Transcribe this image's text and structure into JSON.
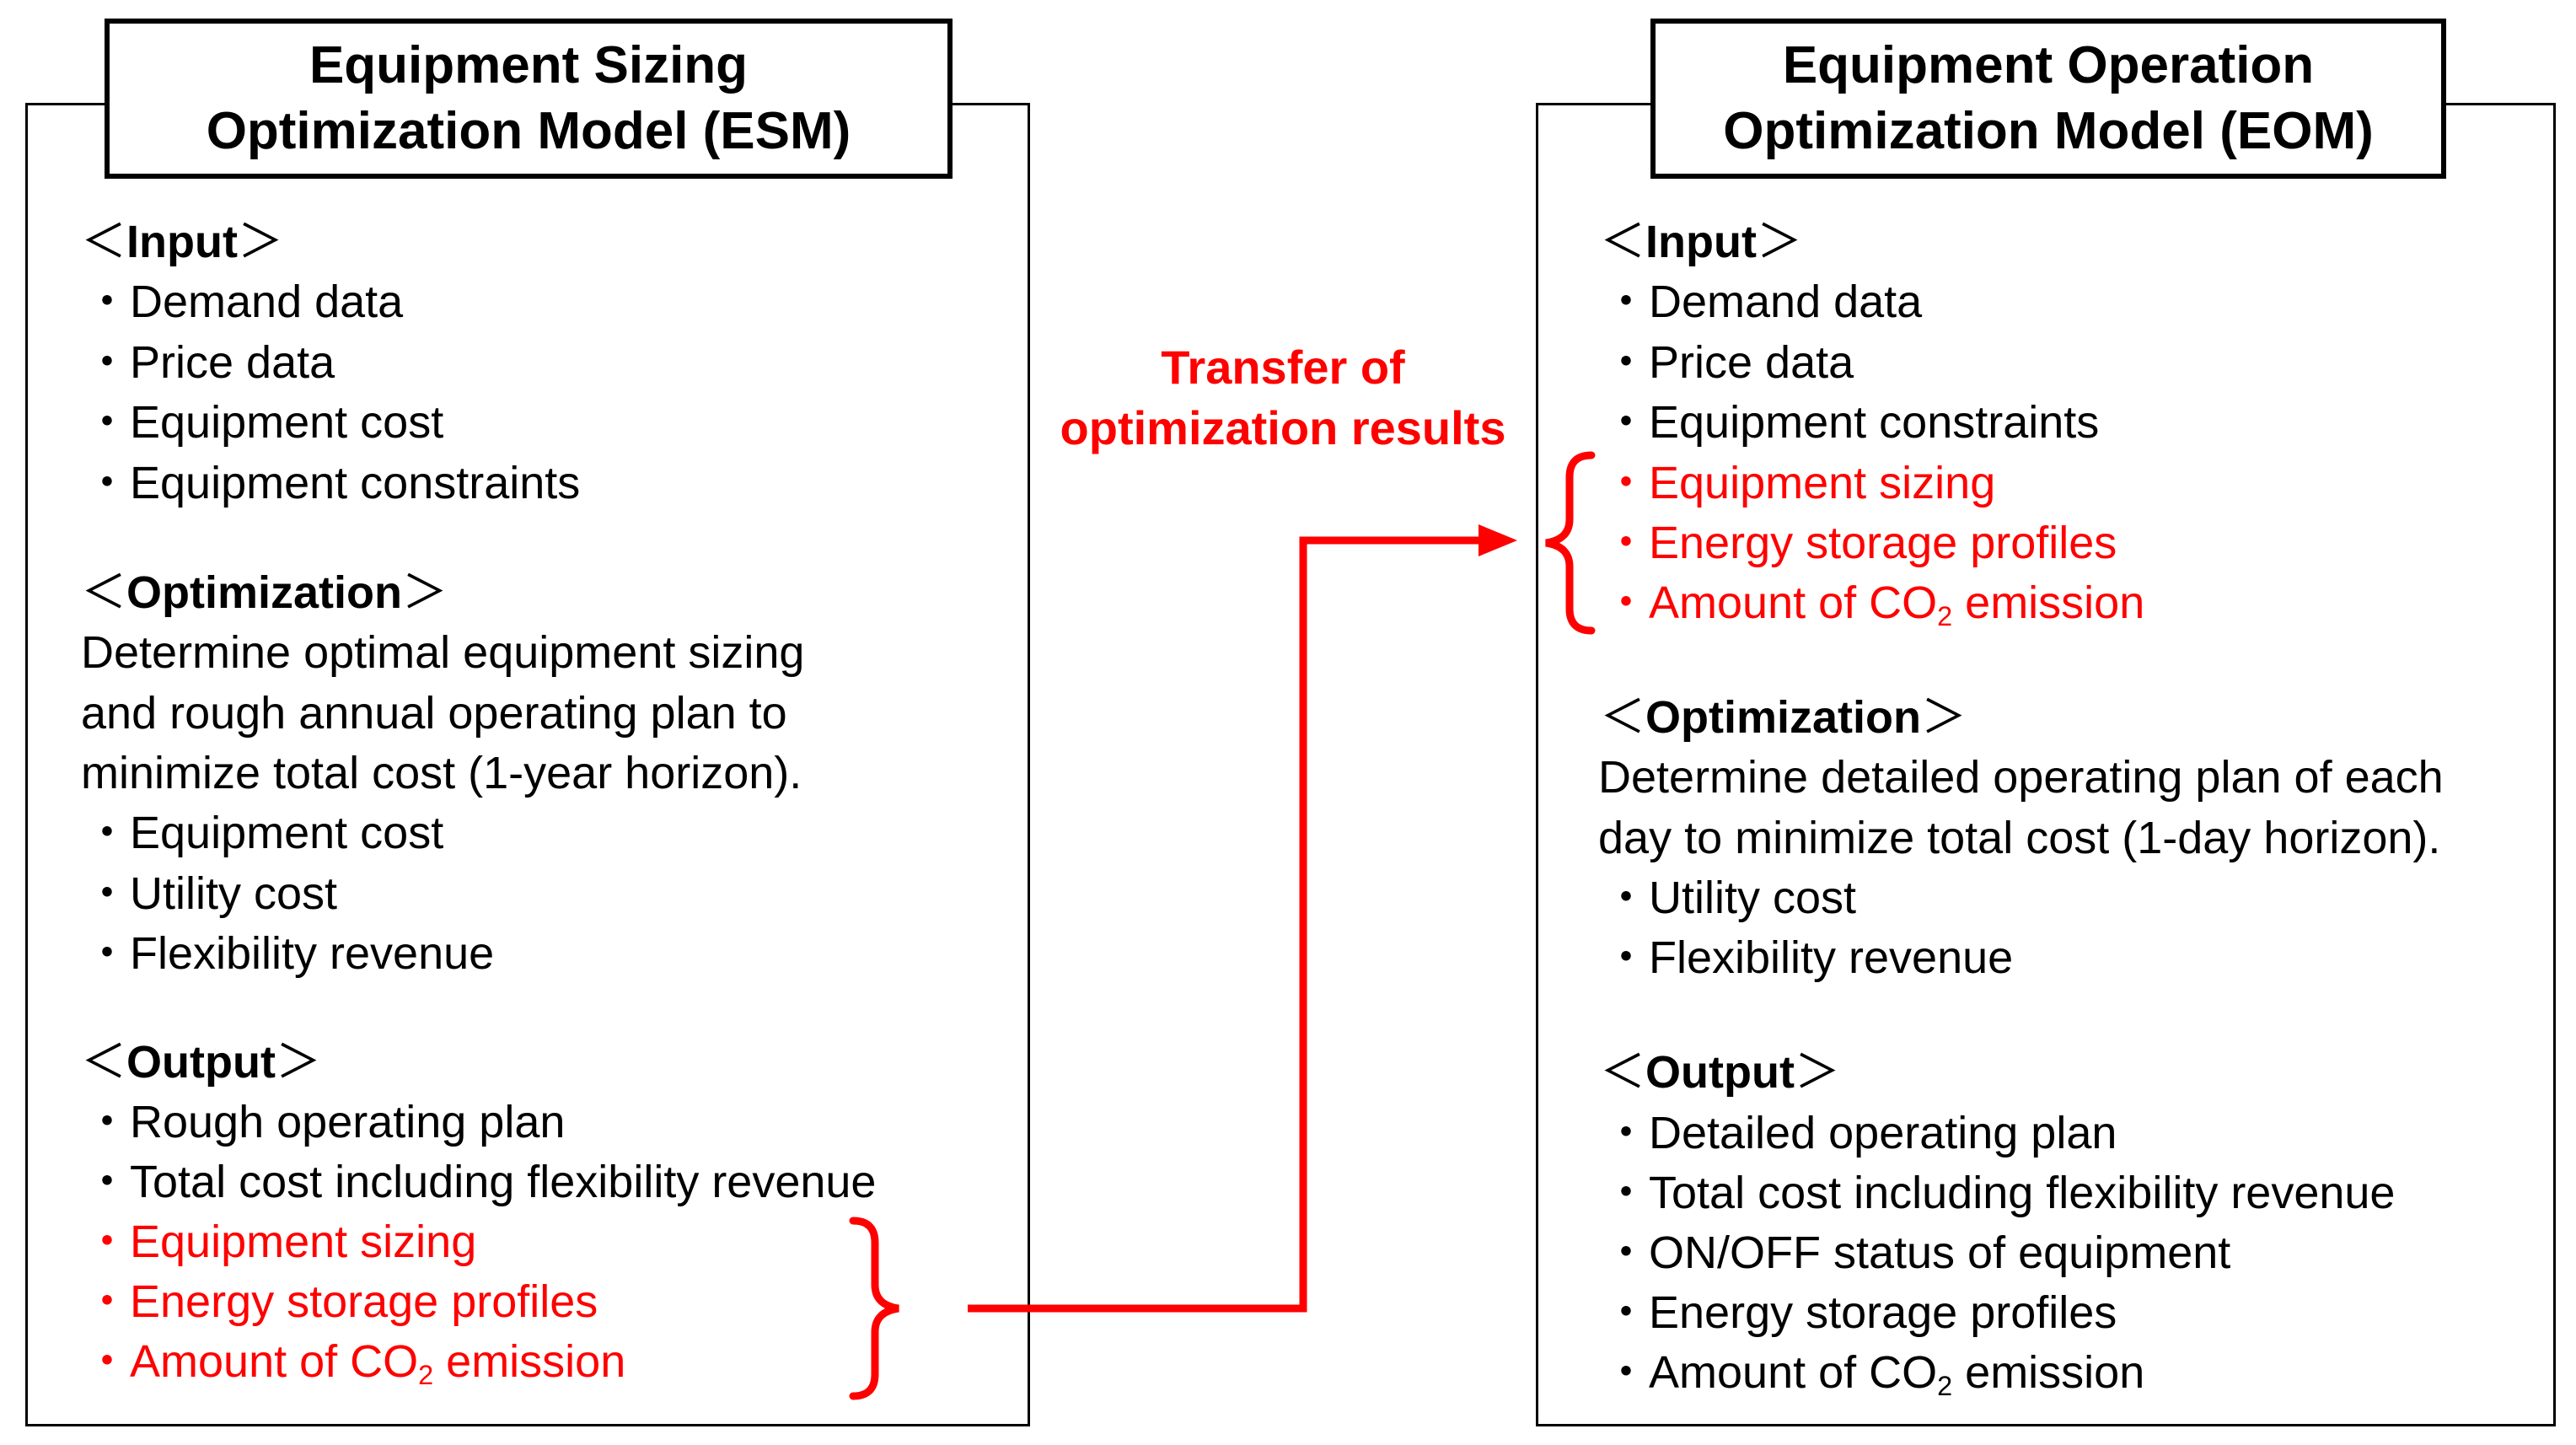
{
  "esm": {
    "title_line1": "Equipment Sizing",
    "title_line2": "Optimization Model (ESM)",
    "input_header": "Input",
    "input_items": [
      "Demand data",
      "Price data",
      "Equipment cost",
      "Equipment constraints"
    ],
    "optimization_header": "Optimization",
    "optimization_text": [
      "Determine optimal equipment sizing",
      "and rough annual operating plan to",
      "minimize total cost (1-year horizon)."
    ],
    "optimization_items": [
      "Equipment cost",
      "Utility cost",
      "Flexibility revenue"
    ],
    "output_header": "Output",
    "output_items": [
      "Rough operating plan",
      "Total cost including flexibility revenue"
    ],
    "output_transfer_items": [
      "Equipment sizing",
      "Energy storage profiles"
    ],
    "co2_prefix": "Amount of CO",
    "co2_sub": "2",
    "co2_suffix": " emission"
  },
  "eom": {
    "title_line1": "Equipment Operation",
    "title_line2": "Optimization Model (EOM)",
    "input_header": "Input",
    "input_items": [
      "Demand data",
      "Price data",
      "Equipment constraints"
    ],
    "input_transfer_items": [
      "Equipment sizing",
      "Energy storage profiles"
    ],
    "optimization_header": "Optimization",
    "optimization_text": [
      "Determine detailed operating plan of each",
      "day to minimize total cost (1-day horizon)."
    ],
    "optimization_items": [
      "Utility cost",
      "Flexibility revenue"
    ],
    "output_header": "Output",
    "output_items": [
      "Detailed operating plan",
      "Total cost including flexibility revenue",
      "ON/OFF status of equipment",
      "Energy storage profiles"
    ],
    "co2_prefix": "Amount of CO",
    "co2_sub": "2",
    "co2_suffix": " emission"
  },
  "transfer_label_line1": "Transfer of",
  "transfer_label_line2": "optimization results",
  "symbols": {
    "bullet": "・",
    "bracket_open": "＜",
    "bracket_close": "＞"
  },
  "colors": {
    "highlight": "#ff0000",
    "text": "#000000"
  }
}
